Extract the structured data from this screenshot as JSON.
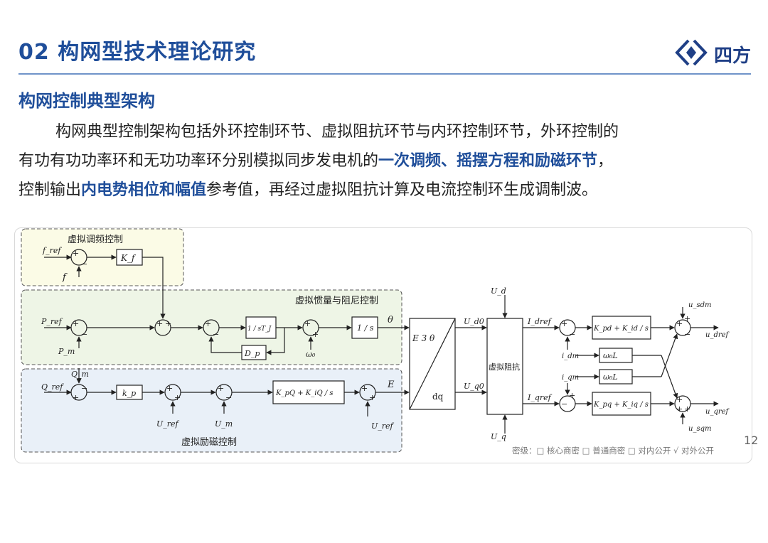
{
  "header": {
    "title": "02 构网型技术理论研究",
    "logo_text": "四方"
  },
  "section": {
    "subtitle": "构网控制典型架构",
    "paragraph": {
      "line1": "构网典型控制架构包括外环控制环节、虚拟阻抗环节与内环控制环节，外环控制的",
      "line2_a": "有功有功功率环和无功功率环分别模拟同步发电机的",
      "line2_hl": "一次调频、摇摆方程和励磁环节",
      "line2_b": "，",
      "line3_a": "控制输出",
      "line3_hl": "内电势相位和幅值",
      "line3_b": "参考值，再经过虚拟阻抗计算及电流控制环生成调制波。"
    }
  },
  "diagram": {
    "group_freq": "虚拟调频控制",
    "group_inertia": "虚拟惯量与阻尼控制",
    "group_excitation": "虚拟励磁控制",
    "f_ref": "f_ref",
    "f": "f",
    "Kf": "K_f",
    "P_ref": "P_ref",
    "P_m": "P_m",
    "inv_sTj": "1 / sT_J",
    "Dp": "D_p",
    "omega0": "ω₀",
    "integrator": "1 / s",
    "theta": "θ",
    "Q_m": "Q_m",
    "Q_ref": "Q_ref",
    "kp": "k_p",
    "U_ref": "U_ref",
    "U_m": "U_m",
    "pi_Q": "K_pQ + K_iQ / s",
    "U_ref2": "U_ref",
    "E": "E",
    "transform_top": "E 3 θ",
    "transform_bottom": "dq",
    "U_d0": "U_d0",
    "U_q0": "U_q0",
    "U_d": "U_d",
    "U_q": "U_q",
    "virtual_impedance": "虚拟阻抗",
    "I_dref": "I_dref",
    "I_qref": "I_qref",
    "pi_d": "K_pd + K_id / s",
    "pi_q": "K_pq + K_iq / s",
    "i_dm": "i_dm",
    "i_qm": "i_qm",
    "w0L_1": "ω₀L",
    "w0L_2": "ω₀L",
    "u_sdm": "u_sdm",
    "u_dref": "u_dref",
    "u_sqm": "u_sqm",
    "u_qref": "u_qref"
  },
  "footer": {
    "page_number": "12",
    "confidentiality": "密级：□ 核心商密    □ 普通商密    □ 对内公开 √ 对外公开"
  }
}
